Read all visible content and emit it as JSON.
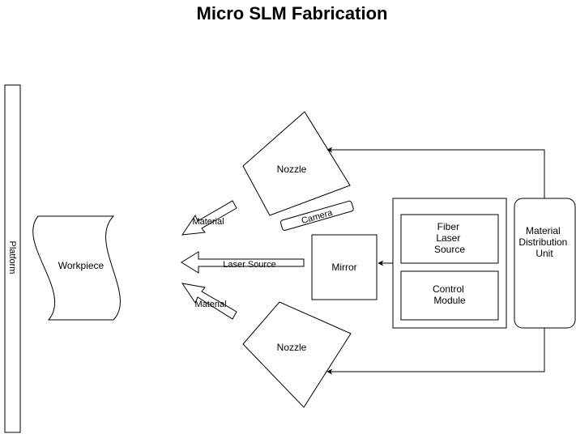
{
  "title": "Micro SLM Fabrication",
  "labels": {
    "platform": "Platform",
    "workpiece": "Workpiece",
    "nozzle_top": "Nozzle",
    "nozzle_bottom": "Nozzle",
    "camera": "Camera",
    "material_top": "Material",
    "material_bottom": "Material",
    "laser_source_arrow": "Laser Source",
    "mirror": "Mirror",
    "fiber_laser_source": [
      "Fiber",
      "Laser",
      "Source"
    ],
    "control_module": [
      "Control",
      "Module"
    ],
    "material_distribution_unit": [
      "Material",
      "Distribution",
      "Unit"
    ]
  },
  "colors": {
    "stroke": "#000000",
    "fill": "#ffffff"
  }
}
